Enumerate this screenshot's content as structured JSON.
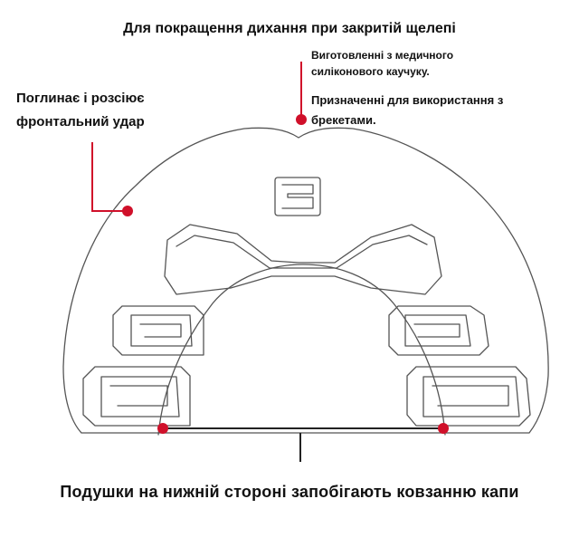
{
  "title": "Для покращення дихання при закритій щелепі",
  "callouts": {
    "front_impact": [
      "Поглинає і розсіює",
      "фронтальний удар"
    ],
    "silicone": [
      "Виготовленні з медичного",
      "силіконового каучуку."
    ],
    "braces": [
      "Призначенні для використання з",
      "брекетами."
    ],
    "bottom_pads": "Подушки на нижній стороні запобігають ковзанню капи"
  },
  "colors": {
    "marker": "#d0102a",
    "outline": "#555555"
  }
}
